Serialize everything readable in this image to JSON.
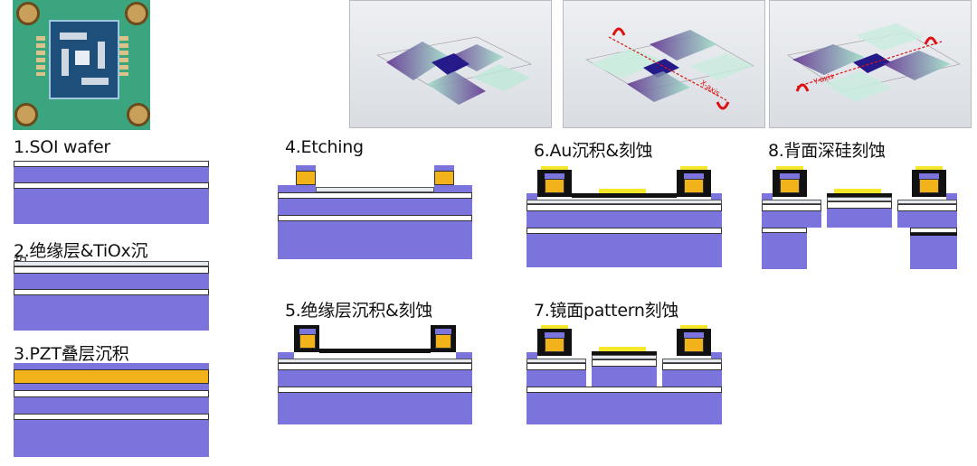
{
  "steps": [
    {
      "label": "1.SOI wafer"
    },
    {
      "label": "2.绝缘层&TiOx沉"
    },
    {
      "label": "3.PZT叠层沉积"
    },
    {
      "label": "4.Etching"
    },
    {
      "label": "5.绝缘层沉积&刻蚀"
    },
    {
      "label": "6.Au沉积&刻蚀"
    },
    {
      "label": "7.镜面pattern刻蚀"
    },
    {
      "label": "8.背面深硅刻蚀"
    }
  ],
  "step2_wrap_fragment": "积",
  "simulations": [
    {
      "axis_annotation": ""
    },
    {
      "axis_annotation": "X-axis"
    },
    {
      "axis_annotation": "Y-axis"
    }
  ],
  "colors": {
    "silicon": "#7b74dc",
    "oxide_white": "#ffffff",
    "pzt_orange": "#f2b31a",
    "gold_black": "#111111",
    "mirror_yellow": "#f5e82a"
  }
}
